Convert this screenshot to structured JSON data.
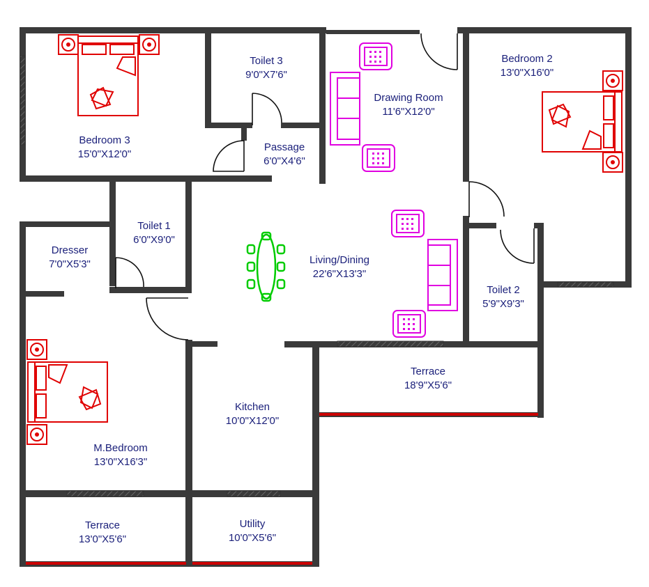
{
  "colors": {
    "wall": "#3a3a3a",
    "bed": "#e00000",
    "sofa": "#e000e0",
    "dining": "#00cc00",
    "label": "#1a1f7a",
    "terrace_edge": "#cc0000"
  },
  "rooms": {
    "bedroom3": {
      "name": "Bedroom 3",
      "dim": "15'0\"X12'0\""
    },
    "toilet3": {
      "name": "Toilet 3",
      "dim": "9'0\"X7'6\""
    },
    "passage": {
      "name": "Passage",
      "dim": "6'0\"X4'6\""
    },
    "drawing": {
      "name": "Drawing Room",
      "dim": "11'6\"X12'0\""
    },
    "bedroom2": {
      "name": "Bedroom 2",
      "dim": "13'0\"X16'0\""
    },
    "toilet1": {
      "name": "Toilet 1",
      "dim": "6'0\"X9'0\""
    },
    "dresser": {
      "name": "Dresser",
      "dim": "7'0\"X5'3\""
    },
    "living": {
      "name": "Living/Dining",
      "dim": "22'6\"X13'3\""
    },
    "toilet2": {
      "name": "Toilet 2",
      "dim": "5'9\"X9'3\""
    },
    "terrace_r": {
      "name": "Terrace",
      "dim": "18'9\"X5'6\""
    },
    "kitchen": {
      "name": "Kitchen",
      "dim": "10'0\"X12'0\""
    },
    "mbedroom": {
      "name": "M.Bedroom",
      "dim": "13'0\"X16'3\""
    },
    "terrace_l": {
      "name": "Terrace",
      "dim": "13'0\"X5'6\""
    },
    "utility": {
      "name": "Utility",
      "dim": "10'0\"X5'6\""
    }
  }
}
